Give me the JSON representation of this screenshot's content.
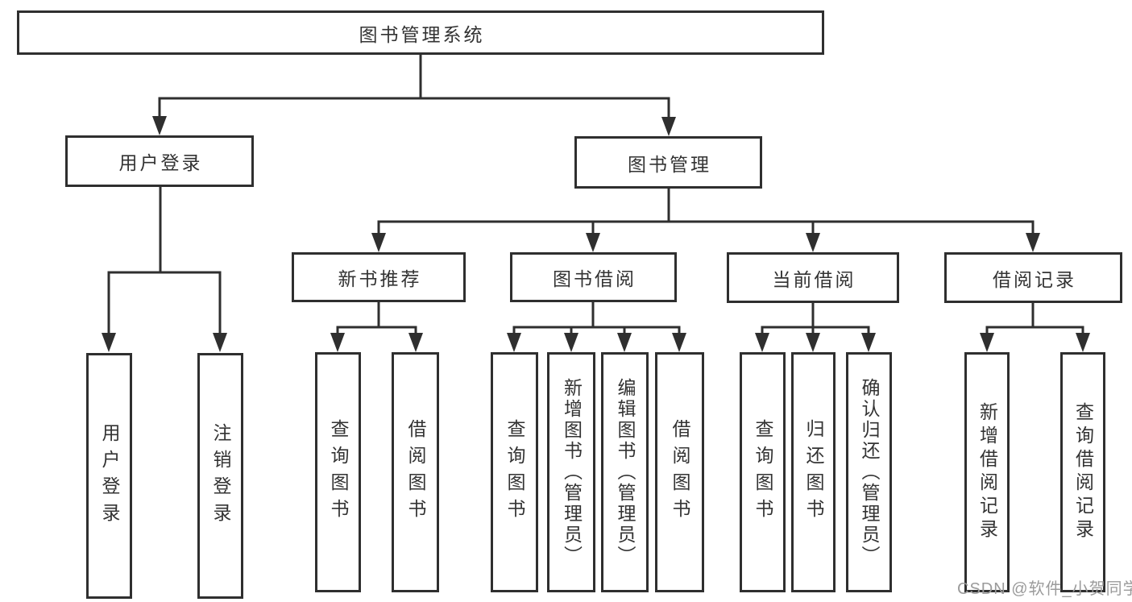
{
  "tree": {
    "root": {
      "label": "图书管理系统",
      "children": [
        {
          "label": "用户登录",
          "children": [
            {
              "label": "用户登录"
            },
            {
              "label": "注销登录"
            }
          ]
        },
        {
          "label": "图书管理",
          "children": [
            {
              "label": "新书推荐",
              "children": [
                {
                  "label": "查询图书"
                },
                {
                  "label": "借阅图书"
                }
              ]
            },
            {
              "label": "图书借阅",
              "children": [
                {
                  "label": "查询图书"
                },
                {
                  "label": "新增图书（管理员）"
                },
                {
                  "label": "编辑图书（管理员）"
                },
                {
                  "label": "借阅图书"
                }
              ]
            },
            {
              "label": "当前借阅",
              "children": [
                {
                  "label": "查询图书"
                },
                {
                  "label": "归还图书"
                },
                {
                  "label": "确认归还（管理员）"
                }
              ]
            },
            {
              "label": "借阅记录",
              "children": [
                {
                  "label": "新增借阅记录"
                },
                {
                  "label": "查询借阅记录"
                }
              ]
            }
          ]
        }
      ]
    }
  },
  "watermark": {
    "text": "CSDN @软件_小贺同学"
  },
  "colors": {
    "line": "#2f2f2f",
    "text": "#333333",
    "box_background": "#ffffff",
    "watermark": "#9b9b9b"
  }
}
